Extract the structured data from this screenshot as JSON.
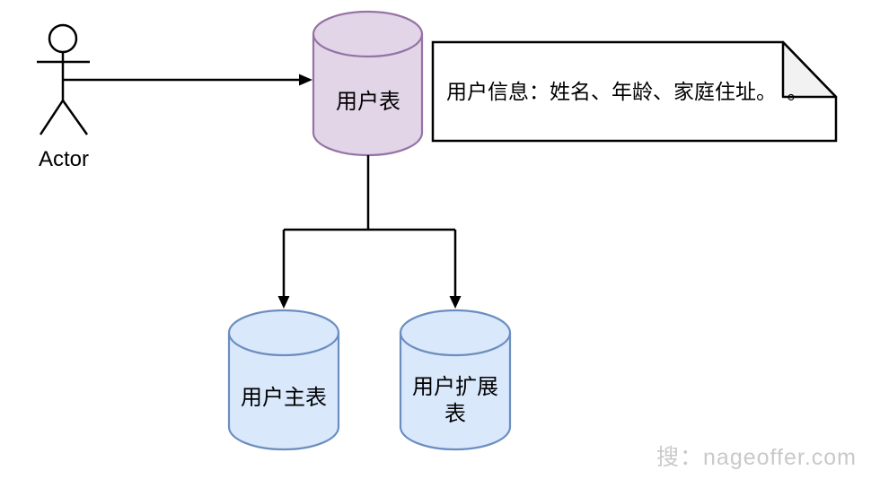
{
  "diagram": {
    "actor": {
      "label": "Actor"
    },
    "user_table": {
      "label": "用户表"
    },
    "note": {
      "text": "用户信息：姓名、年龄、家庭住址。　。"
    },
    "user_main_table": {
      "label": "用户主表"
    },
    "user_ext_table": {
      "label": "用户扩展表"
    },
    "colors": {
      "purple_fill": "#E1D5E7",
      "purple_stroke": "#9673A6",
      "blue_fill": "#DAE8FC",
      "blue_stroke": "#6C8EBF",
      "note_fill": "#FFFFFF",
      "note_fold_fill": "#F2F2F2",
      "line": "#000000"
    }
  },
  "watermark": {
    "text": "搜：nageoffer.com"
  }
}
